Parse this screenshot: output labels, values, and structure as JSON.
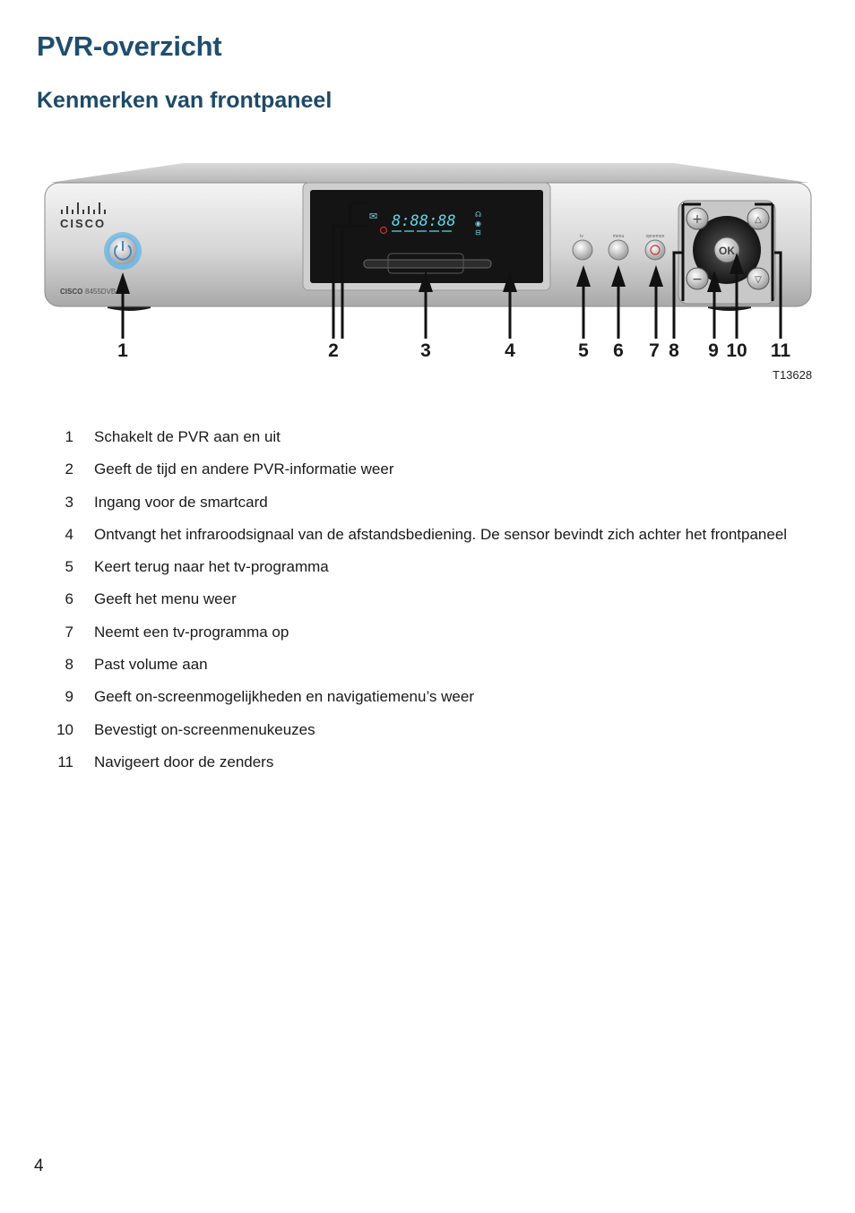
{
  "page": {
    "title": "PVR-overzicht",
    "section_title": "Kenmerken van frontpaneel",
    "page_number": "4"
  },
  "figure": {
    "device": {
      "brand": "CISCO",
      "model_label_brand": "CISCO",
      "model_label_model": "8455DVB",
      "display_digits": "8:88:88",
      "button_labels": {
        "tv": "tv",
        "menu": "menu",
        "record": "opnemen"
      },
      "ok_label": "OK"
    },
    "callouts": [
      "1",
      "2",
      "3",
      "4",
      "5",
      "6",
      "7",
      "8",
      "9",
      "10",
      "11"
    ],
    "figure_code": "T13628"
  },
  "legend": [
    {
      "num": "1",
      "text": "Schakelt de PVR aan en uit"
    },
    {
      "num": "2",
      "text": "Geeft de tijd en andere PVR-informatie weer"
    },
    {
      "num": "3",
      "text": "Ingang voor de smartcard"
    },
    {
      "num": "4",
      "text": "Ontvangt het infraroodsignaal van de afstandsbediening. De sensor bevindt zich achter het frontpaneel"
    },
    {
      "num": "5",
      "text": "Keert terug naar het tv-programma"
    },
    {
      "num": "6",
      "text": "Geeft het menu weer"
    },
    {
      "num": "7",
      "text": "Neemt een tv-programma op"
    },
    {
      "num": "8",
      "text": "Past volume aan"
    },
    {
      "num": "9",
      "text": "Geeft on-screenmogelijkheden en navigatiemenu’s weer"
    },
    {
      "num": "10",
      "text": "Bevestigt on-screenmenukeuzes"
    },
    {
      "num": "11",
      "text": "Navigeert door de zenders"
    }
  ]
}
